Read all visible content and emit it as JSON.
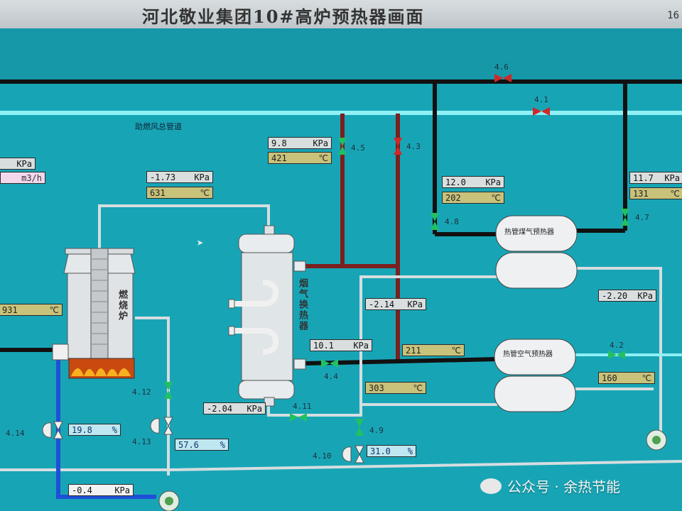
{
  "header": {
    "title": "河北敬业集团10#高炉预热器画面",
    "page_num": "16"
  },
  "labels": {
    "section": "助燃风总管道",
    "furnace": "燃烧炉",
    "exchanger": "烟气换热器",
    "tank_top": "热管煤气预热器",
    "tank_bottom": "热管空气预热器"
  },
  "valves": {
    "v46": "4.6",
    "v41": "4.1",
    "v45": "4.5",
    "v43": "4.3",
    "v48": "4.8",
    "v47": "4.7",
    "v44": "4.4",
    "v42": "4.2",
    "v412": "4.12",
    "v411": "4.11",
    "v49": "4.9",
    "v414": "4.14",
    "v413": "4.13",
    "v410": "4.10"
  },
  "readouts": {
    "left_kpa": {
      "value": "",
      "unit": "KPa"
    },
    "left_flow": {
      "value": "",
      "unit": "m3/h"
    },
    "p_98": {
      "value": "9.8",
      "unit": "KPa"
    },
    "t_421": {
      "value": "421",
      "unit": "℃"
    },
    "p_173": {
      "value": "-1.73",
      "unit": "KPa"
    },
    "t_631": {
      "value": "631",
      "unit": "℃"
    },
    "p_120": {
      "value": "12.0",
      "unit": "KPa"
    },
    "t_202": {
      "value": "202",
      "unit": "℃"
    },
    "p_117": {
      "value": "11.7",
      "unit": "KPa"
    },
    "t_131": {
      "value": "131",
      "unit": "℃"
    },
    "t_931": {
      "value": "931",
      "unit": "℃"
    },
    "p_214": {
      "value": "-2.14",
      "unit": "KPa"
    },
    "p_220": {
      "value": "-2.20",
      "unit": "KPa"
    },
    "p_101": {
      "value": "10.1",
      "unit": "KPa"
    },
    "t_211": {
      "value": "211",
      "unit": "℃"
    },
    "t_303": {
      "value": "303",
      "unit": "℃"
    },
    "t_160": {
      "value": "160",
      "unit": "℃"
    },
    "p_204": {
      "value": "-2.04",
      "unit": "KPa"
    },
    "pct_198": {
      "value": "19.8",
      "unit": "%"
    },
    "pct_576": {
      "value": "57.6",
      "unit": "%"
    },
    "pct_310": {
      "value": "31.0",
      "unit": "%"
    },
    "p_04": {
      "value": "-0.4",
      "unit": "KPa"
    }
  },
  "watermark": {
    "text": "公众号 · 余热节能"
  }
}
